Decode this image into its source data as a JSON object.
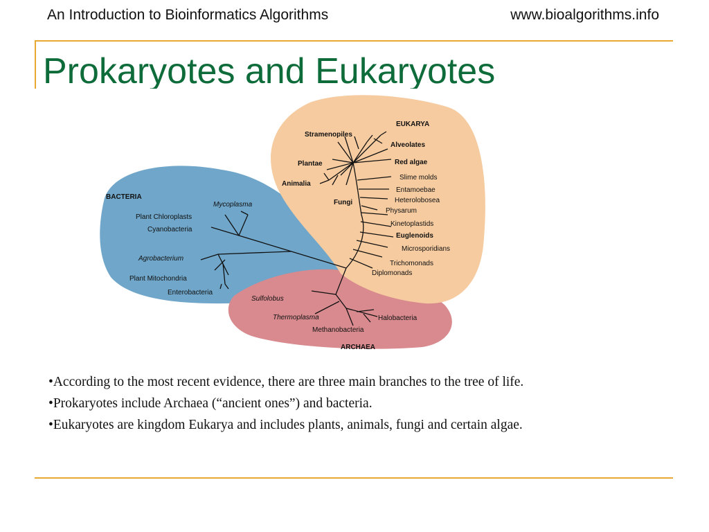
{
  "header": {
    "course_title": "An Introduction to Bioinformatics Algorithms",
    "website": "www.bioalgorithms.info"
  },
  "slide": {
    "title": "Prokaryotes and Eukaryotes",
    "bullets": [
      "According to the most recent evidence, there are three main branches to the tree of life.",
      "Prokaryotes include Archaea (“ancient ones”) and bacteria.",
      "Eukaryotes are kingdom Eukarya and includes plants, animals, fungi and certain algae."
    ]
  },
  "tree": {
    "domains": {
      "bacteria": "BACTERIA",
      "eukarya": "EUKARYA",
      "archaea": "ARCHAEA"
    },
    "bacteria": [
      "Mycoplasma",
      "Plant Chloroplasts",
      "Cyanobacteria",
      "Agrobacterium",
      "Plant Mitochondria",
      "Enterobacteria"
    ],
    "eukarya": [
      "Stramenopiles",
      "Alveolates",
      "Plantae",
      "Red algae",
      "Animalia",
      "Slime molds",
      "Fungi",
      "Entamoebae",
      "Heterolobosea",
      "Physarum",
      "Kinetoplastids",
      "Euglenoids",
      "Microsporidians",
      "Trichomonads",
      "Diplomonads"
    ],
    "archaea": [
      "Sulfolobus",
      "Thermoplasma",
      "Halobacteria",
      "Methanobacteria"
    ],
    "colors": {
      "bacteria": "#6fa6c9",
      "eukarya": "#f6cba0",
      "archaea": "#d88a8e"
    }
  }
}
